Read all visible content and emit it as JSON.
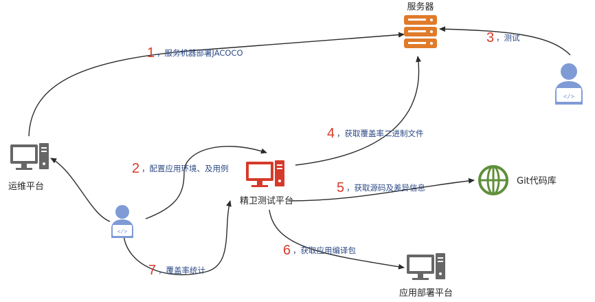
{
  "nodes": {
    "server": "服务器",
    "ops_platform": "运维平台",
    "jingwei_platform": "精卫测试平台",
    "git_repo": "Git代码库",
    "deploy_platform": "应用部署平台"
  },
  "steps": [
    {
      "num": "1",
      "text": "，服务机器部署JACOCO"
    },
    {
      "num": "2",
      "text": "，配置应用环境、及用例"
    },
    {
      "num": "3",
      "text": "，测试"
    },
    {
      "num": "4",
      "text": "，获取覆盖率二进制文件"
    },
    {
      "num": "5",
      "text": "，获取源码及差异信息"
    },
    {
      "num": "6",
      "text": "，获取应用编译包"
    },
    {
      "num": "7",
      "text": "，覆盖率统计"
    }
  ],
  "colors": {
    "accent_red": "#d63a2a",
    "server_orange": "#e07b2a",
    "git_green": "#5f8f3a",
    "user_blue": "#7f9bd6",
    "monitor_gray": "#666666",
    "label_blue": "#2d4a86"
  },
  "icons": {
    "server": "database-icon",
    "ops_platform": "desktop-computer-icon",
    "jingwei_platform": "desktop-computer-icon",
    "git_repo": "globe-icon",
    "deploy_platform": "desktop-computer-icon",
    "tester": "developer-user-icon",
    "operator": "developer-user-icon"
  }
}
